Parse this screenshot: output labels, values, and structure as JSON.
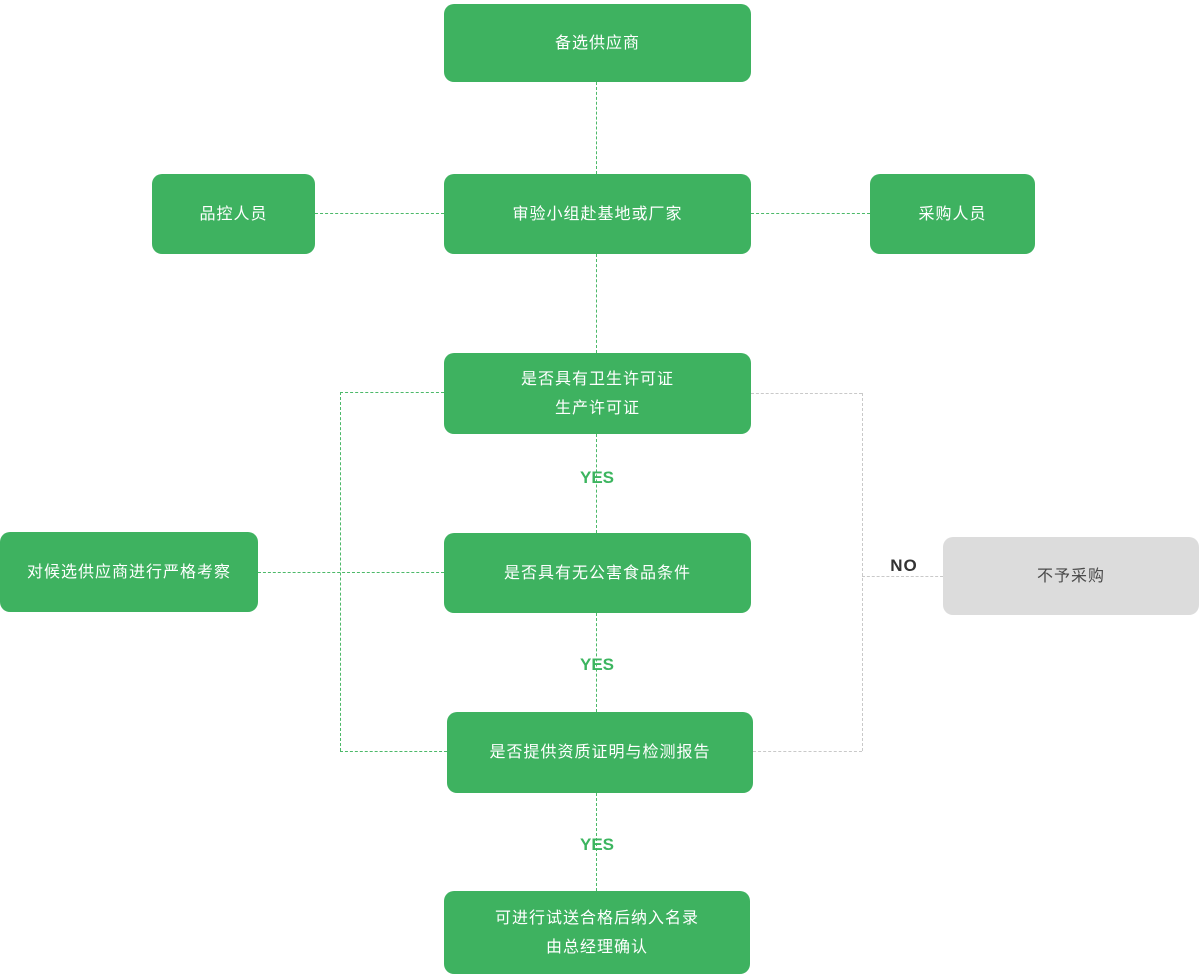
{
  "diagram": {
    "title": "supplier-qualification-flowchart",
    "nodes": {
      "candidate_supplier": {
        "label": "备选供应商"
      },
      "qc_staff": {
        "label": "品控人员"
      },
      "inspection_team": {
        "label": "审验小组赴基地或厂家"
      },
      "purchasing_staff": {
        "label": "采购人员"
      },
      "decision_license": {
        "line1": "是否具有卫生许可证",
        "line2": "生产许可证"
      },
      "strict_review": {
        "label": "对候选供应商进行严格考察"
      },
      "decision_pollution_free": {
        "label": "是否具有无公害食品条件"
      },
      "no_purchase": {
        "label": "不予采购"
      },
      "decision_certificates": {
        "label": "是否提供资质证明与检测报告"
      },
      "final_confirm": {
        "line1": "可进行试送合格后纳入名录",
        "line2": "由总经理确认"
      }
    },
    "branch_labels": {
      "yes1": "YES",
      "yes2": "YES",
      "yes3": "YES",
      "no": "NO"
    },
    "colors": {
      "node_green": "#3EB260",
      "node_gray": "#DCDCDC",
      "line_green": "#4CB969",
      "line_gray": "#C9C9C9",
      "yes_text": "#3CB55F",
      "no_text": "#333333",
      "node_text_light": "#FFFFFF",
      "node_text_dark": "#4A4A4A"
    }
  }
}
